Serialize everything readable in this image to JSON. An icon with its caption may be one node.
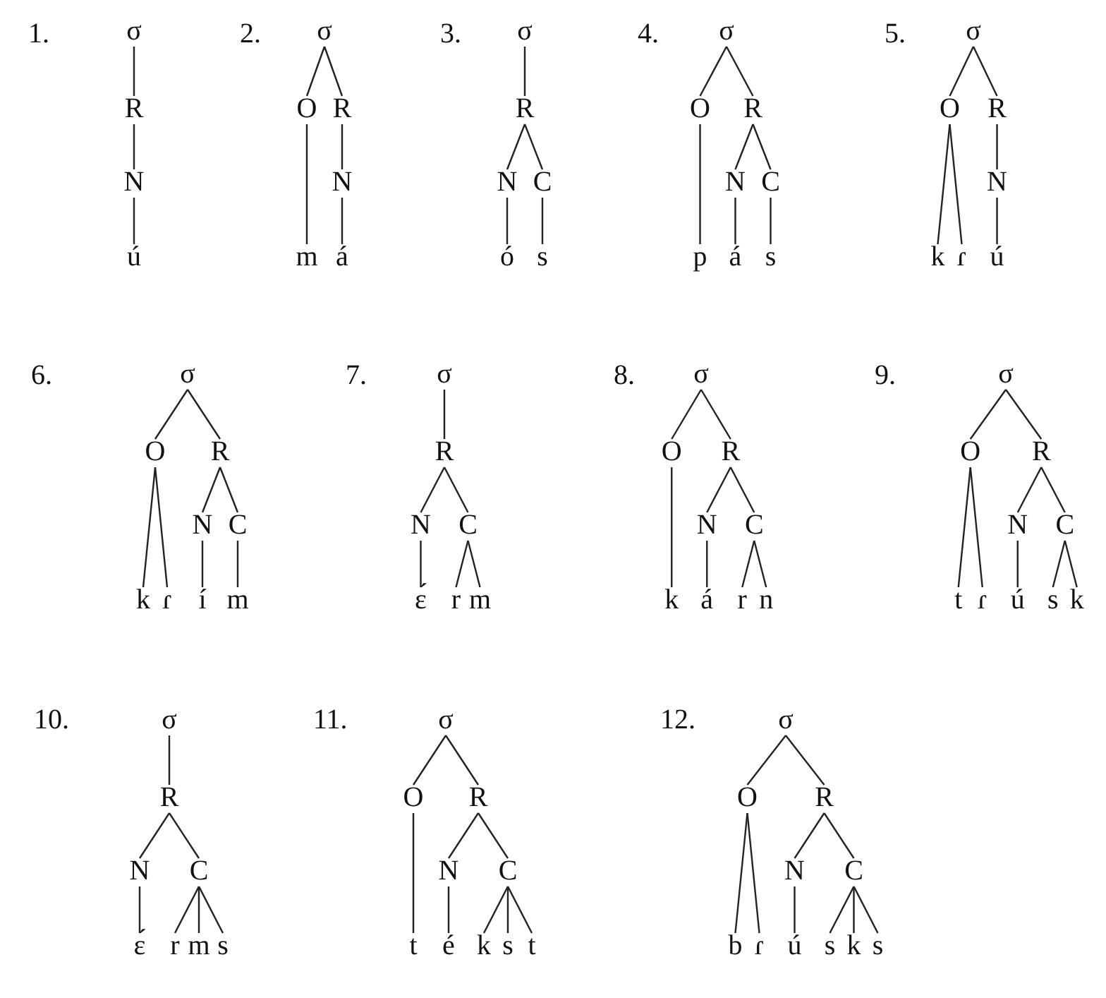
{
  "diagram": {
    "nodes": [
      {
        "text": [
          "σ"
        ]
      },
      {
        "text": [
          "R"
        ]
      },
      {
        "text": [
          "N"
        ]
      },
      {
        "text": [
          "ú"
        ]
      },
      {
        "text": [
          "σ"
        ]
      },
      {
        "text": [
          "O"
        ]
      },
      {
        "text": [
          "R"
        ]
      },
      {
        "text": [
          "N"
        ]
      },
      {
        "text": [
          "m"
        ]
      },
      {
        "text": [
          "á"
        ]
      },
      {
        "text": [
          "σ"
        ]
      },
      {
        "text": [
          "R"
        ]
      },
      {
        "text": [
          "N"
        ]
      },
      {
        "text": [
          "C"
        ]
      },
      {
        "text": [
          "ó"
        ]
      },
      {
        "text": [
          "s"
        ]
      },
      {
        "text": [
          "σ"
        ]
      },
      {
        "text": [
          "O"
        ]
      },
      {
        "text": [
          "R"
        ]
      },
      {
        "text": [
          "N"
        ]
      },
      {
        "text": [
          "C"
        ]
      },
      {
        "text": [
          "p"
        ]
      },
      {
        "text": [
          "á"
        ]
      },
      {
        "text": [
          "s"
        ]
      },
      {
        "text": [
          "σ"
        ]
      },
      {
        "text": [
          "O"
        ]
      },
      {
        "text": [
          "R"
        ]
      },
      {
        "text": [
          "N"
        ]
      },
      {
        "text": [
          "k"
        ]
      },
      {
        "text": [
          "ɾ"
        ]
      },
      {
        "text": [
          "ú"
        ]
      },
      {
        "text": [
          "σ"
        ]
      },
      {
        "text": [
          "O"
        ]
      },
      {
        "text": [
          "R"
        ]
      },
      {
        "text": [
          "N"
        ]
      },
      {
        "text": [
          "C"
        ]
      },
      {
        "text": [
          "k"
        ]
      },
      {
        "text": [
          "ɾ"
        ]
      },
      {
        "text": [
          "í"
        ]
      },
      {
        "text": [
          "m"
        ]
      },
      {
        "text": [
          "σ"
        ]
      },
      {
        "text": [
          "R"
        ]
      },
      {
        "text": [
          "N"
        ]
      },
      {
        "text": [
          "C"
        ]
      },
      {
        "text": [
          "ɛ́"
        ]
      },
      {
        "text": [
          "r"
        ]
      },
      {
        "text": [
          "m"
        ]
      },
      {
        "text": [
          "σ"
        ]
      },
      {
        "text": [
          "O"
        ]
      },
      {
        "text": [
          "R"
        ]
      },
      {
        "text": [
          "N"
        ]
      },
      {
        "text": [
          "C"
        ]
      },
      {
        "text": [
          "k"
        ]
      },
      {
        "text": [
          "á"
        ]
      },
      {
        "text": [
          "r"
        ]
      },
      {
        "text": [
          "n"
        ]
      },
      {
        "text": [
          "σ"
        ]
      },
      {
        "text": [
          "O"
        ]
      },
      {
        "text": [
          "R"
        ]
      },
      {
        "text": [
          "N"
        ]
      },
      {
        "text": [
          "C"
        ]
      },
      {
        "text": [
          "t"
        ]
      },
      {
        "text": [
          "ɾ"
        ]
      },
      {
        "text": [
          "ú"
        ]
      },
      {
        "text": [
          "s"
        ]
      },
      {
        "text": [
          "k"
        ]
      },
      {
        "text": [
          "σ"
        ]
      },
      {
        "text": [
          "R"
        ]
      },
      {
        "text": [
          "N"
        ]
      },
      {
        "text": [
          "C"
        ]
      },
      {
        "text": [
          "ɛ́"
        ]
      },
      {
        "text": [
          "r"
        ]
      },
      {
        "text": [
          "m"
        ]
      },
      {
        "text": [
          "s"
        ]
      },
      {
        "text": [
          "σ"
        ]
      },
      {
        "text": [
          "O"
        ]
      },
      {
        "text": [
          "R"
        ]
      },
      {
        "text": [
          "N"
        ]
      },
      {
        "text": [
          "C"
        ]
      },
      {
        "text": [
          "t"
        ]
      },
      {
        "text": [
          "é"
        ]
      },
      {
        "text": [
          "k"
        ]
      },
      {
        "text": [
          "s"
        ]
      },
      {
        "text": [
          "t"
        ]
      },
      {
        "text": [
          "σ"
        ]
      },
      {
        "text": [
          "O"
        ]
      },
      {
        "text": [
          "R"
        ]
      },
      {
        "text": [
          "N"
        ]
      },
      {
        "text": [
          "C"
        ]
      },
      {
        "text": [
          "b"
        ]
      },
      {
        "text": [
          "ɾ"
        ]
      },
      {
        "text": [
          "ú"
        ]
      },
      {
        "text": [
          "s"
        ]
      },
      {
        "text": [
          "k"
        ]
      },
      {
        "text": [
          "s"
        ]
      }
    ],
    "edges": [
      {
        "from": 0,
        "to": 1,
        "arrow": "none"
      },
      {
        "from": 1,
        "to": 2,
        "arrow": "none"
      },
      {
        "from": 2,
        "to": 3,
        "arrow": "none"
      },
      {
        "from": 4,
        "to": 5,
        "arrow": "none"
      },
      {
        "from": 4,
        "to": 6,
        "arrow": "none"
      },
      {
        "from": 6,
        "to": 7,
        "arrow": "none"
      },
      {
        "from": 5,
        "to": 8,
        "arrow": "none"
      },
      {
        "from": 7,
        "to": 9,
        "arrow": "none"
      },
      {
        "from": 10,
        "to": 11,
        "arrow": "none"
      },
      {
        "from": 11,
        "to": 12,
        "arrow": "none"
      },
      {
        "from": 11,
        "to": 13,
        "arrow": "none"
      },
      {
        "from": 12,
        "to": 14,
        "arrow": "none"
      },
      {
        "from": 13,
        "to": 15,
        "arrow": "none"
      },
      {
        "from": 16,
        "to": 17,
        "arrow": "none"
      },
      {
        "from": 16,
        "to": 18,
        "arrow": "none"
      },
      {
        "from": 18,
        "to": 19,
        "arrow": "none"
      },
      {
        "from": 18,
        "to": 20,
        "arrow": "none"
      },
      {
        "from": 17,
        "to": 21,
        "arrow": "none"
      },
      {
        "from": 19,
        "to": 22,
        "arrow": "none"
      },
      {
        "from": 20,
        "to": 23,
        "arrow": "none"
      },
      {
        "from": 24,
        "to": 25,
        "arrow": "none"
      },
      {
        "from": 24,
        "to": 26,
        "arrow": "none"
      },
      {
        "from": 26,
        "to": 27,
        "arrow": "none"
      },
      {
        "from": 25,
        "to": 28,
        "arrow": "none"
      },
      {
        "from": 25,
        "to": 29,
        "arrow": "none"
      },
      {
        "from": 27,
        "to": 30,
        "arrow": "none"
      },
      {
        "from": 31,
        "to": 32,
        "arrow": "none"
      },
      {
        "from": 31,
        "to": 33,
        "arrow": "none"
      },
      {
        "from": 33,
        "to": 34,
        "arrow": "none"
      },
      {
        "from": 33,
        "to": 35,
        "arrow": "none"
      },
      {
        "from": 32,
        "to": 36,
        "arrow": "none"
      },
      {
        "from": 32,
        "to": 37,
        "arrow": "none"
      },
      {
        "from": 34,
        "to": 38,
        "arrow": "none"
      },
      {
        "from": 35,
        "to": 39,
        "arrow": "none"
      },
      {
        "from": 40,
        "to": 41,
        "arrow": "none"
      },
      {
        "from": 41,
        "to": 42,
        "arrow": "none"
      },
      {
        "from": 41,
        "to": 43,
        "arrow": "none"
      },
      {
        "from": 42,
        "to": 44,
        "arrow": "none"
      },
      {
        "from": 43,
        "to": 45,
        "arrow": "none"
      },
      {
        "from": 43,
        "to": 46,
        "arrow": "none"
      },
      {
        "from": 47,
        "to": 48,
        "arrow": "none"
      },
      {
        "from": 47,
        "to": 49,
        "arrow": "none"
      },
      {
        "from": 49,
        "to": 50,
        "arrow": "none"
      },
      {
        "from": 49,
        "to": 51,
        "arrow": "none"
      },
      {
        "from": 48,
        "to": 52,
        "arrow": "none"
      },
      {
        "from": 50,
        "to": 53,
        "arrow": "none"
      },
      {
        "from": 51,
        "to": 54,
        "arrow": "none"
      },
      {
        "from": 51,
        "to": 55,
        "arrow": "none"
      },
      {
        "from": 56,
        "to": 57,
        "arrow": "none"
      },
      {
        "from": 56,
        "to": 58,
        "arrow": "none"
      },
      {
        "from": 58,
        "to": 59,
        "arrow": "none"
      },
      {
        "from": 58,
        "to": 60,
        "arrow": "none"
      },
      {
        "from": 57,
        "to": 61,
        "arrow": "none"
      },
      {
        "from": 57,
        "to": 62,
        "arrow": "none"
      },
      {
        "from": 59,
        "to": 63,
        "arrow": "none"
      },
      {
        "from": 60,
        "to": 64,
        "arrow": "none"
      },
      {
        "from": 60,
        "to": 65,
        "arrow": "none"
      },
      {
        "from": 66,
        "to": 67,
        "arrow": "none"
      },
      {
        "from": 67,
        "to": 68,
        "arrow": "none"
      },
      {
        "from": 67,
        "to": 69,
        "arrow": "none"
      },
      {
        "from": 68,
        "to": 70,
        "arrow": "none"
      },
      {
        "from": 69,
        "to": 71,
        "arrow": "none"
      },
      {
        "from": 69,
        "to": 72,
        "arrow": "none"
      },
      {
        "from": 69,
        "to": 73,
        "arrow": "none"
      },
      {
        "from": 74,
        "to": 75,
        "arrow": "none"
      },
      {
        "from": 74,
        "to": 76,
        "arrow": "none"
      },
      {
        "from": 76,
        "to": 77,
        "arrow": "none"
      },
      {
        "from": 76,
        "to": 78,
        "arrow": "none"
      },
      {
        "from": 75,
        "to": 79,
        "arrow": "none"
      },
      {
        "from": 77,
        "to": 80,
        "arrow": "none"
      },
      {
        "from": 78,
        "to": 81,
        "arrow": "none"
      },
      {
        "from": 78,
        "to": 82,
        "arrow": "none"
      },
      {
        "from": 78,
        "to": 83,
        "arrow": "none"
      },
      {
        "from": 84,
        "to": 85,
        "arrow": "none"
      },
      {
        "from": 84,
        "to": 86,
        "arrow": "none"
      },
      {
        "from": 86,
        "to": 87,
        "arrow": "none"
      },
      {
        "from": 86,
        "to": 88,
        "arrow": "none"
      },
      {
        "from": 85,
        "to": 89,
        "arrow": "none"
      },
      {
        "from": 85,
        "to": 90,
        "arrow": "none"
      },
      {
        "from": 87,
        "to": 91,
        "arrow": "none"
      },
      {
        "from": 88,
        "to": 92,
        "arrow": "none"
      },
      {
        "from": 88,
        "to": 93,
        "arrow": "none"
      },
      {
        "from": 88,
        "to": 94,
        "arrow": "none"
      }
    ],
    "labels": [
      "1.",
      "2.",
      "3.",
      "4.",
      "5.",
      "6.",
      "7.",
      "8.",
      "9.",
      "10.",
      "11.",
      "12."
    ]
  }
}
